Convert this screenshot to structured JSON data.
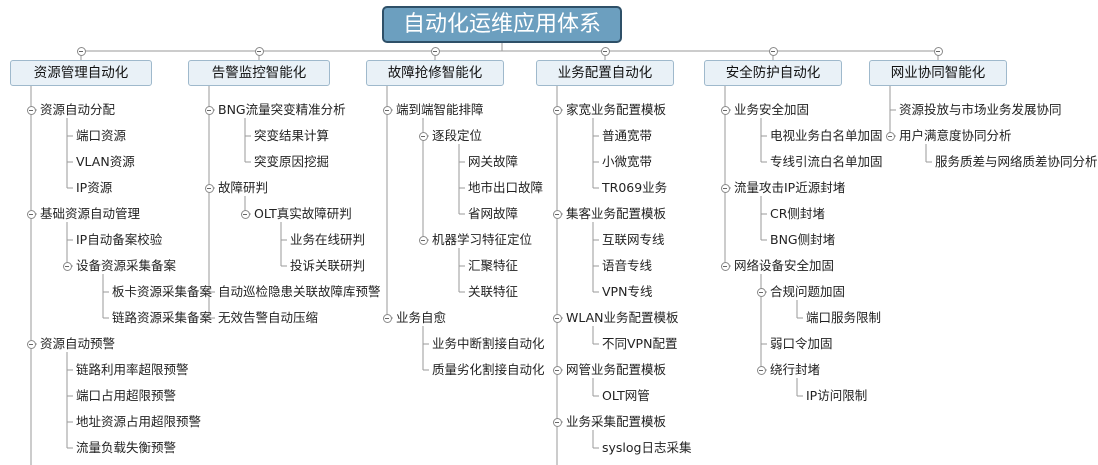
{
  "root": {
    "title": "自动化运维应用体系"
  },
  "branches": [
    {
      "label": "资源管理自动化",
      "children": [
        {
          "label": "资源自动分配",
          "children": [
            {
              "label": "端口资源"
            },
            {
              "label": "VLAN资源"
            },
            {
              "label": "IP资源"
            }
          ]
        },
        {
          "label": "基础资源自动管理",
          "children": [
            {
              "label": "IP自动备案校验"
            },
            {
              "label": "设备资源采集备案",
              "children": [
                {
                  "label": "板卡资源采集备案"
                },
                {
                  "label": "链路资源采集备案"
                }
              ]
            }
          ]
        },
        {
          "label": "资源自动预警",
          "children": [
            {
              "label": "链路利用率超限预警"
            },
            {
              "label": "端口占用超限预警"
            },
            {
              "label": "地址资源占用超限预警"
            },
            {
              "label": "流量负载失衡预警"
            }
          ]
        }
      ]
    },
    {
      "label": "告警监控智能化",
      "children": [
        {
          "label": "BNG流量突变精准分析",
          "children": [
            {
              "label": "突变结果计算"
            },
            {
              "label": "突变原因挖掘"
            }
          ]
        },
        {
          "label": "故障研判",
          "children": [
            {
              "label": "OLT真实故障研判",
              "children": [
                {
                  "label": "业务在线研判"
                },
                {
                  "label": "投诉关联研判"
                }
              ]
            }
          ]
        },
        {
          "label": "自动巡检隐患关联故障库预警"
        },
        {
          "label": "无效告警自动压缩"
        }
      ]
    },
    {
      "label": "故障抢修智能化",
      "children": [
        {
          "label": "端到端智能排障",
          "children": [
            {
              "label": "逐段定位",
              "children": [
                {
                  "label": "网关故障"
                },
                {
                  "label": "地市出口故障"
                },
                {
                  "label": "省网故障"
                }
              ]
            },
            {
              "label": "机器学习特征定位",
              "children": [
                {
                  "label": "汇聚特征"
                },
                {
                  "label": "关联特征"
                }
              ]
            }
          ]
        },
        {
          "label": "业务自愈",
          "children": [
            {
              "label": "业务中断割接自动化"
            },
            {
              "label": "质量劣化割接自动化"
            }
          ]
        }
      ]
    },
    {
      "label": "业务配置自动化",
      "children": [
        {
          "label": "家宽业务配置模板",
          "children": [
            {
              "label": "普通宽带"
            },
            {
              "label": "小微宽带"
            },
            {
              "label": "TR069业务"
            }
          ]
        },
        {
          "label": "集客业务配置模板",
          "children": [
            {
              "label": "互联网专线"
            },
            {
              "label": "语音专线"
            },
            {
              "label": "VPN专线"
            }
          ]
        },
        {
          "label": "WLAN业务配置模板",
          "children": [
            {
              "label": "不同VPN配置"
            }
          ]
        },
        {
          "label": "网管业务配置模板",
          "children": [
            {
              "label": "OLT网管"
            }
          ]
        },
        {
          "label": "业务采集配置模板",
          "children": [
            {
              "label": "syslog日志采集"
            }
          ]
        }
      ]
    },
    {
      "label": "安全防护自动化",
      "children": [
        {
          "label": "业务安全加固",
          "children": [
            {
              "label": "电视业务白名单加固"
            },
            {
              "label": "专线引流白名单加固"
            }
          ]
        },
        {
          "label": "流量攻击IP近源封堵",
          "children": [
            {
              "label": "CR侧封堵"
            },
            {
              "label": "BNG侧封堵"
            }
          ]
        },
        {
          "label": "网络设备安全加固",
          "children": [
            {
              "label": "合规问题加固",
              "children": [
                {
                  "label": "端口服务限制"
                }
              ]
            },
            {
              "label": "弱口令加固"
            },
            {
              "label": "绕行封堵",
              "children": [
                {
                  "label": "IP访问限制"
                }
              ]
            }
          ]
        }
      ]
    },
    {
      "label": "网业协同智能化",
      "children": [
        {
          "label": "资源投放与市场业务发展协同"
        },
        {
          "label": "用户满意度协同分析",
          "children": [
            {
              "label": "服务质差与网络质差协同分析"
            }
          ]
        }
      ]
    }
  ]
}
